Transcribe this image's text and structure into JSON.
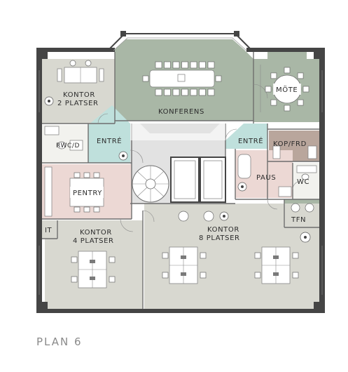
{
  "plan_title": "PLAN 6",
  "rooms": {
    "kontor2": {
      "line1": "KONTOR",
      "line2": "2 PLATSER"
    },
    "konferens": "KONFERENS",
    "mote": "MÖTE",
    "rwc": "RWC/D",
    "entre_left": "ENTRÉ",
    "entre_right": "ENTRÉ",
    "kop": "KOP/FRD",
    "paus": "PAUS",
    "wc": "WC",
    "pentry": "PENTRY",
    "it": "IT",
    "tfn": "TFN",
    "kontor4": {
      "line1": "KONTOR",
      "line2": "4 PLATSER"
    },
    "kontor8": {
      "line1": "KONTOR",
      "line2": "8 PLATSER"
    }
  },
  "colors": {
    "office_grey": "#d8d8d0",
    "conference_green": "#a9b7a6",
    "entrance_teal": "#bfe0dc",
    "pentry_pink": "#ecd8d4",
    "kop_brown": "#b9a69c",
    "wall": "#454545"
  }
}
